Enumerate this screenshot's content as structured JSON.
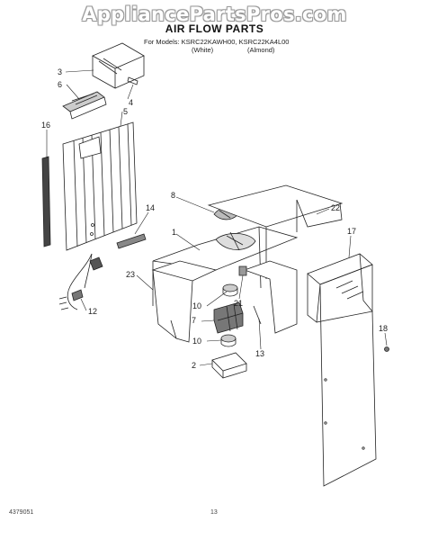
{
  "watermark": "AppliancePartsPros.com",
  "header": {
    "title": "AIR FLOW PARTS",
    "models": "For Models: KSRC22KAWH00, KSRC22KA4L00",
    "color_white": "(White)",
    "color_almond": "(Almond)"
  },
  "callouts": [
    "3",
    "6",
    "4",
    "5",
    "16",
    "8",
    "14",
    "22",
    "1",
    "17",
    "23",
    "10",
    "21",
    "7",
    "12",
    "10",
    "13",
    "2",
    "18"
  ],
  "footer": {
    "doc_number": "4379051",
    "page_number": "13"
  }
}
